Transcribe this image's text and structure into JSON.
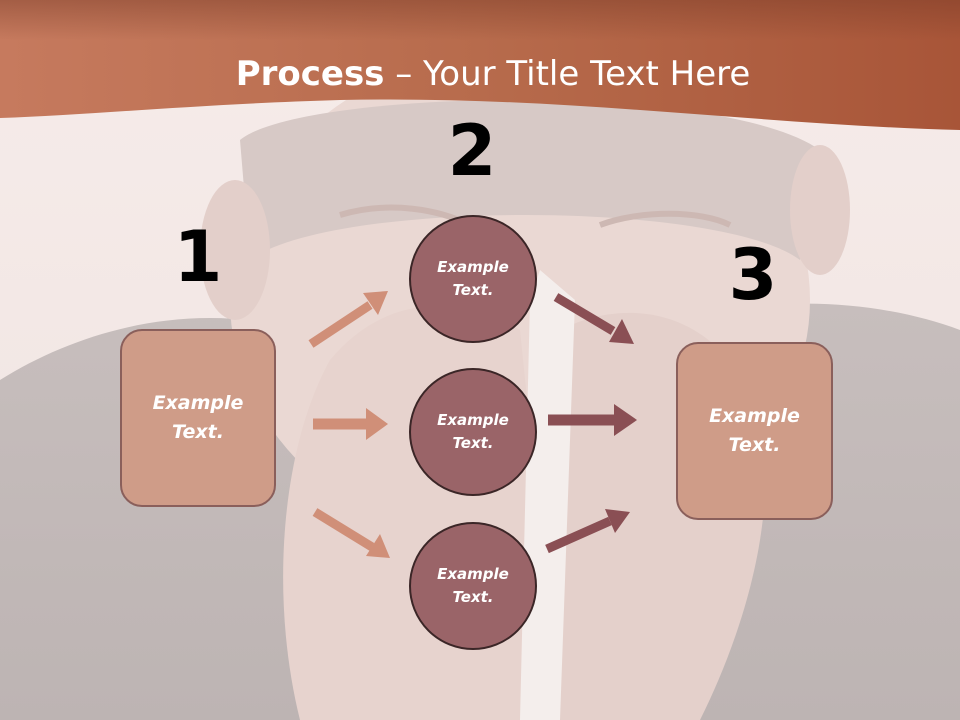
{
  "title": {
    "bold": "Process",
    "rest": " – Your Title Text Here"
  },
  "background_image": "photo-man-sneezing-into-tissue",
  "colors": {
    "banner": "#b0603f",
    "box_fill": "#cf9c88",
    "circle_fill": "#9a6468",
    "arrow_left": "#d08f78",
    "arrow_right": "#8a4f54"
  },
  "steps": [
    {
      "number": "1",
      "text": "Example Text."
    },
    {
      "number": "2",
      "text": "Example Text."
    },
    {
      "number": "3",
      "text": "Example Text."
    }
  ],
  "circles": [
    {
      "text": "Example Text."
    },
    {
      "text": "Example Text."
    },
    {
      "text": "Example Text."
    }
  ]
}
